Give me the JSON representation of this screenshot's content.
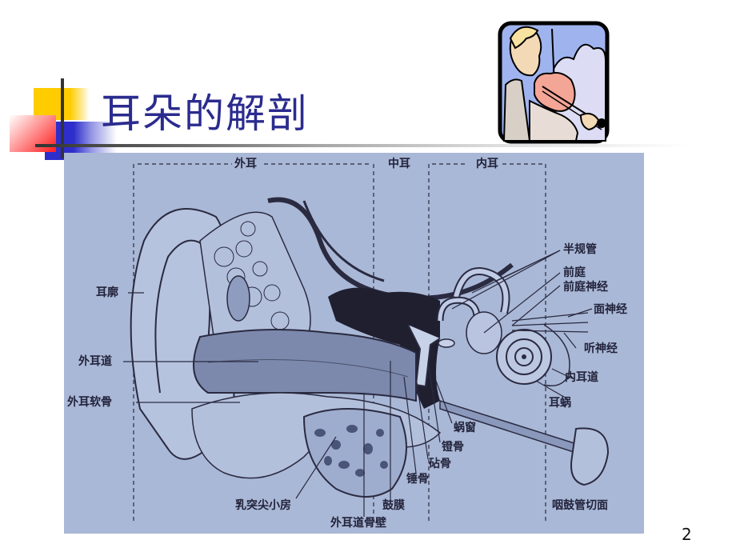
{
  "slide": {
    "title": "耳朵的解剖",
    "page_number": "2",
    "title_color": "#2b2b8f",
    "clipart": "violinist-clipart"
  },
  "figure": {
    "background_color": "#a9b8d6",
    "regions": {
      "outer_ear": "外耳",
      "middle_ear": "中耳",
      "inner_ear": "内耳"
    },
    "labels_left": [
      "耳廓",
      "外耳道",
      "外耳软骨"
    ],
    "labels_right": [
      "半规管",
      "前庭",
      "前庭神经",
      "面神经",
      "听神经",
      "内耳道",
      "耳蜗"
    ],
    "labels_bottom": [
      "蜗窗",
      "镫骨",
      "砧骨",
      "锤骨",
      "鼓膜",
      "乳突尖小房",
      "外耳道骨壁",
      "咽鼓管切面"
    ]
  }
}
